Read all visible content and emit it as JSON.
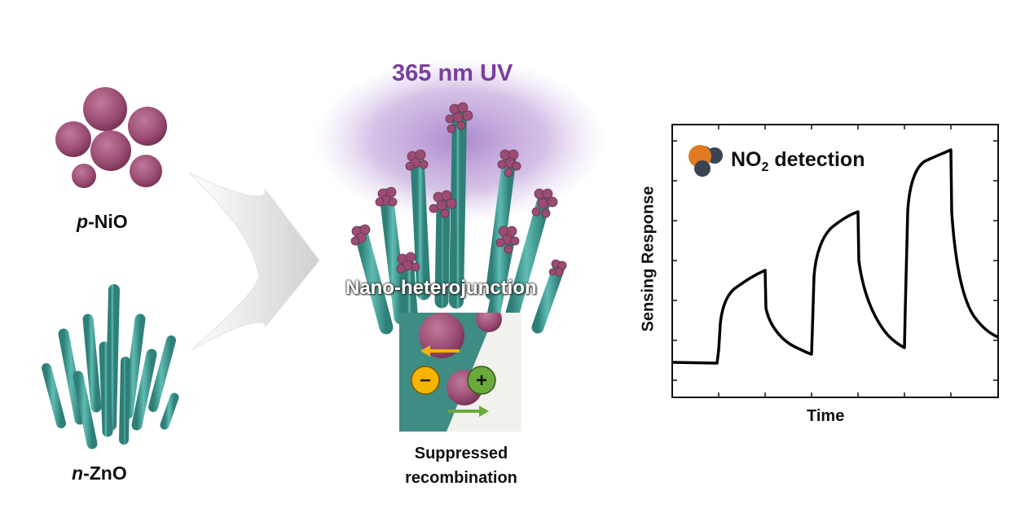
{
  "uv_label": "365 nm UV",
  "nio": {
    "prefix": "p",
    "name": "-NiO"
  },
  "zno": {
    "prefix": "n",
    "name": "-ZnO"
  },
  "junction_label": "Nano-heterojunction",
  "inset": {
    "electron_symbol": "−",
    "hole_symbol": "+",
    "caption_line1": "Suppressed",
    "caption_line2": "recombination"
  },
  "graph": {
    "ylabel": "Sensing Response",
    "xlabel": "Time",
    "legend_prefix": "NO",
    "legend_sub": "2",
    "legend_suffix": " detection"
  },
  "colors": {
    "uv": "#7a3fa0",
    "nio": "#9a4c72",
    "zno": "#4aa39a",
    "electron": "#f5b400",
    "hole": "#6aaa3a",
    "no2_n": "#e07a20",
    "no2_o": "#3b4452"
  }
}
